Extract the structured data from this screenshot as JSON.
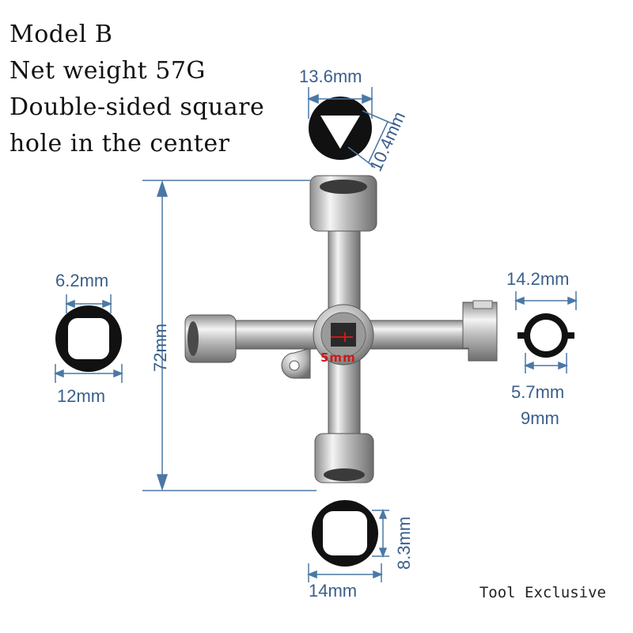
{
  "specs": {
    "model": "Model B",
    "weight": "Net weight 57G",
    "desc_line1": "Double-sided square",
    "desc_line2": "hole in the center"
  },
  "dimensions": {
    "triangle_width": "13.6mm",
    "triangle_side": "10.4mm",
    "height": "72mm",
    "left_inner": "6.2mm",
    "left_outer": "12mm",
    "right_outer": "14.2mm",
    "right_inner": "5.7mm",
    "right_extra": "9mm",
    "bottom_side": "8.3mm",
    "bottom_width": "14mm",
    "center_hole": "5mm"
  },
  "footer": "Tool Exclusive",
  "colors": {
    "dimension_line": "#4a78a6",
    "center_label": "#d01818"
  }
}
